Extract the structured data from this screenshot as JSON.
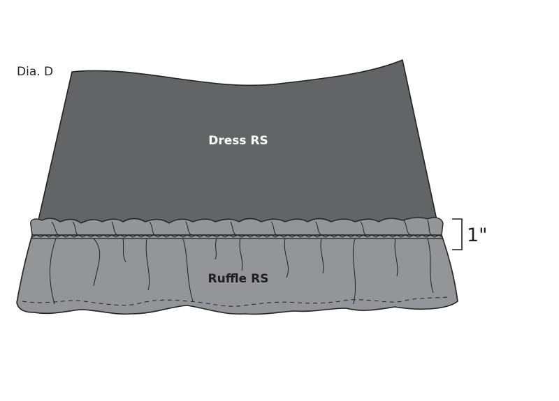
{
  "figure": {
    "label": "Dia. D"
  },
  "dress": {
    "label": "Dress RS",
    "fill": "#636466",
    "label_color": "#ffffff"
  },
  "ruffle": {
    "label": "Ruffle RS",
    "fill": "#939598",
    "label_color": "#231f20"
  },
  "measurement": {
    "label": "1\""
  },
  "colors": {
    "outline": "#231f20",
    "background": "#ffffff"
  }
}
